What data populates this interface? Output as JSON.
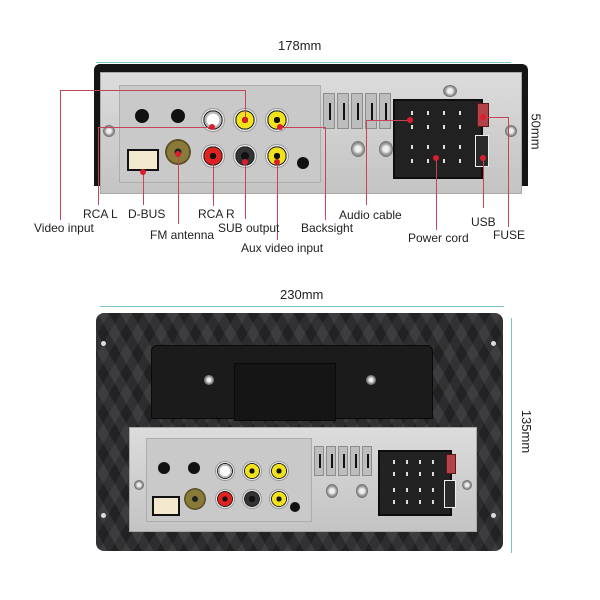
{
  "top_diagram": {
    "width_label": "178mm",
    "height_label": "50mm",
    "callouts": [
      {
        "id": "video-input",
        "label": "Video input"
      },
      {
        "id": "rca-l",
        "label": "RCA L"
      },
      {
        "id": "d-bus",
        "label": "D-BUS"
      },
      {
        "id": "fm-antenna",
        "label": "FM antenna"
      },
      {
        "id": "rca-r",
        "label": "RCA R"
      },
      {
        "id": "sub-output",
        "label": "SUB output"
      },
      {
        "id": "aux-video-input",
        "label": "Aux video input"
      },
      {
        "id": "backsight",
        "label": "Backsight"
      },
      {
        "id": "audio-cable",
        "label": "Audio cable"
      },
      {
        "id": "power-cord",
        "label": "Power cord"
      },
      {
        "id": "usb",
        "label": "USB"
      },
      {
        "id": "fuse",
        "label": "FUSE"
      }
    ]
  },
  "bottom_diagram": {
    "width_label": "230mm",
    "height_label": "135mm"
  },
  "colors": {
    "pointer_line": "#c4455a",
    "pointer_dot": "#d91e2e",
    "dimension_line": "#7ec4c8",
    "frame": "#2b2b2d",
    "plate": "#d0d0d0"
  }
}
